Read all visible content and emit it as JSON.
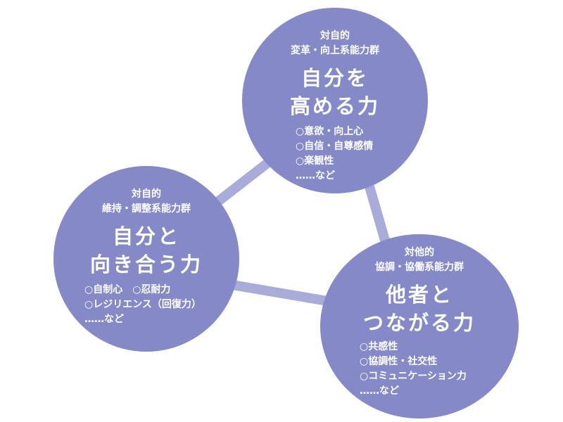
{
  "colors": {
    "circle": "#8589c8",
    "link": "#a9acd9",
    "text": "#ffffff"
  },
  "circles": {
    "top": {
      "category_line1": "対自的",
      "category_line2": "変革・向上系能力群",
      "title_line1": "自分を",
      "title_line2": "高める力",
      "items": [
        "○意欲・向上心",
        "○自信・自尊感情",
        "○楽観性",
        "……など"
      ]
    },
    "left": {
      "category_line1": "対自的",
      "category_line2": "維持・調整系能力群",
      "title_line1": "自分と",
      "title_line2": "向き合う力",
      "items": [
        "○自制心　○忍耐力",
        "○レジリエンス（回復力）",
        "……など"
      ]
    },
    "right": {
      "category_line1": "対他的",
      "category_line2": "協調・協働系能力群",
      "title_line1": "他者と",
      "title_line2": "つながる力",
      "items": [
        "○共感性",
        "○協調性・社交性",
        "○コミュニケーション力",
        "……など"
      ]
    }
  }
}
